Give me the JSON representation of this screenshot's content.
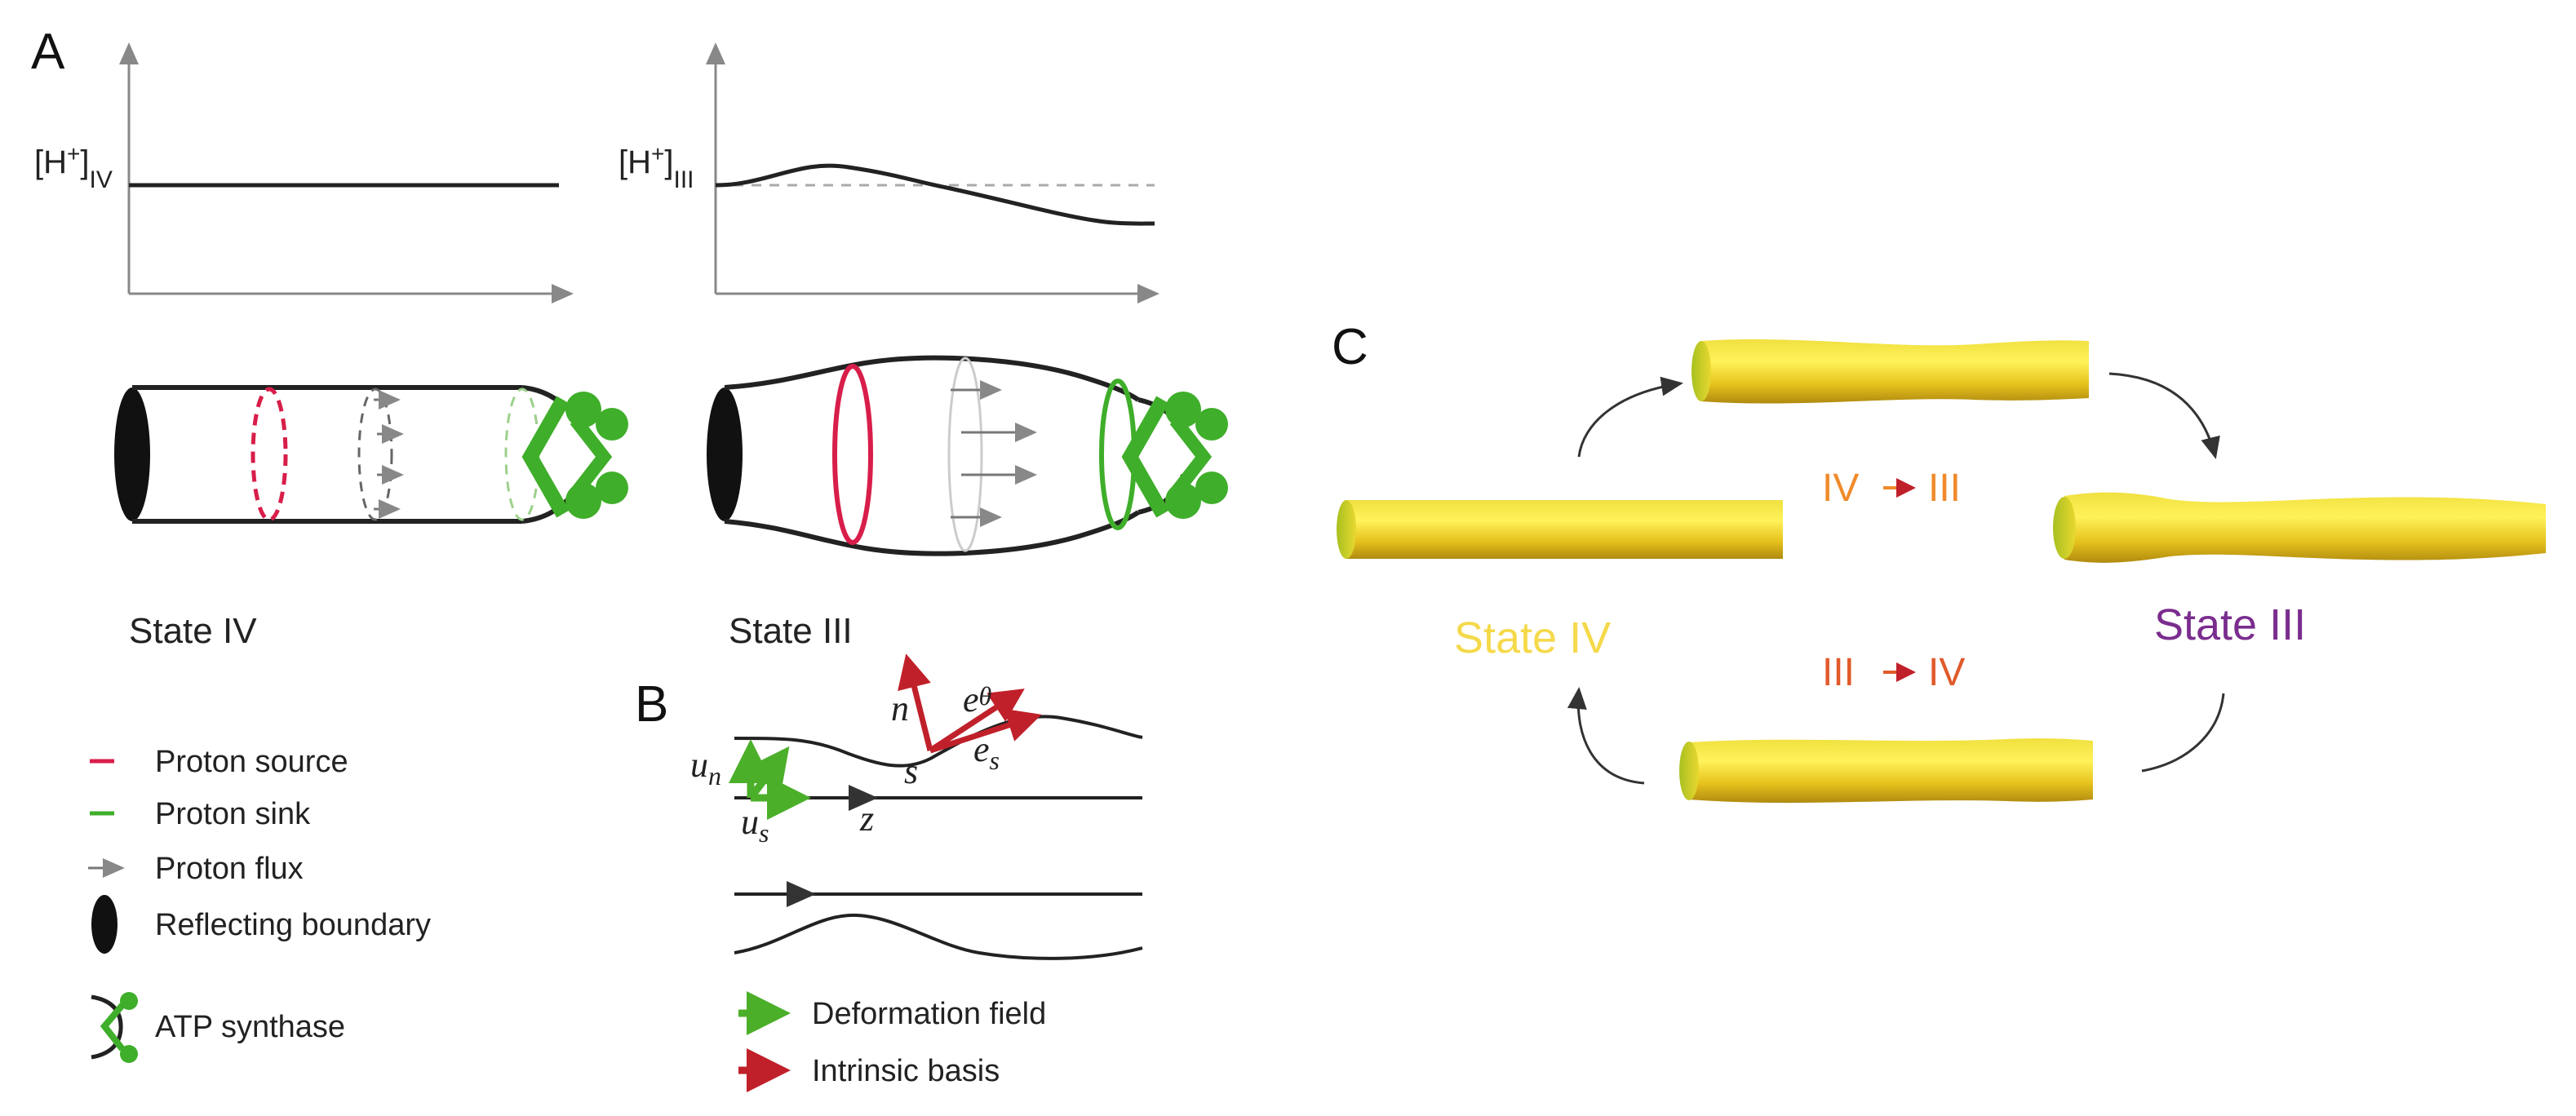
{
  "panels": {
    "a": "A",
    "b": "B",
    "c": "C"
  },
  "panel_a": {
    "y_label_iv_main": "[H",
    "y_label_iv_sup": "+",
    "y_label_iv_close": "]",
    "y_label_iv_sub": "IV",
    "y_label_iii_main": "[H",
    "y_label_iii_sup": "+",
    "y_label_iii_close": "]",
    "y_label_iii_sub": "III",
    "state_iv": "State IV",
    "state_iii": "State III"
  },
  "legend": {
    "items": [
      {
        "label": "Proton source",
        "color": "#d81e4a"
      },
      {
        "label": "Proton sink",
        "color": "#3fae2a"
      },
      {
        "label": "Proton flux",
        "color": "#666666"
      },
      {
        "label": "Reflecting boundary",
        "color": "#111111"
      },
      {
        "label": "ATP synthase",
        "color": "#3fae2a"
      }
    ]
  },
  "panel_b": {
    "n": "n",
    "e_theta_main": "e",
    "e_theta_sub": "θ",
    "e_s_main": "e",
    "e_s_sub": "s",
    "s": "s",
    "u_n_main": "u",
    "u_n_sub": "n",
    "u_s_main": "u",
    "u_s_sub": "s",
    "z": "z",
    "legend_deformation": "Deformation field",
    "legend_basis": "Intrinsic basis",
    "deformation_color": "#4caf2a",
    "basis_color": "#c0202a"
  },
  "panel_c": {
    "state_iv": "State IV",
    "state_iii": "State III",
    "iv_to_iii_left": "IV",
    "iv_to_iii_right": "III",
    "iii_to_iv_left": "III",
    "iii_to_iv_right": "IV",
    "state_iv_color": "#f5d94a",
    "state_iii_color": "#7a2d8e",
    "iv_to_iii_color": "#f08a2a",
    "iii_to_iv_color": "#e05a2a"
  }
}
